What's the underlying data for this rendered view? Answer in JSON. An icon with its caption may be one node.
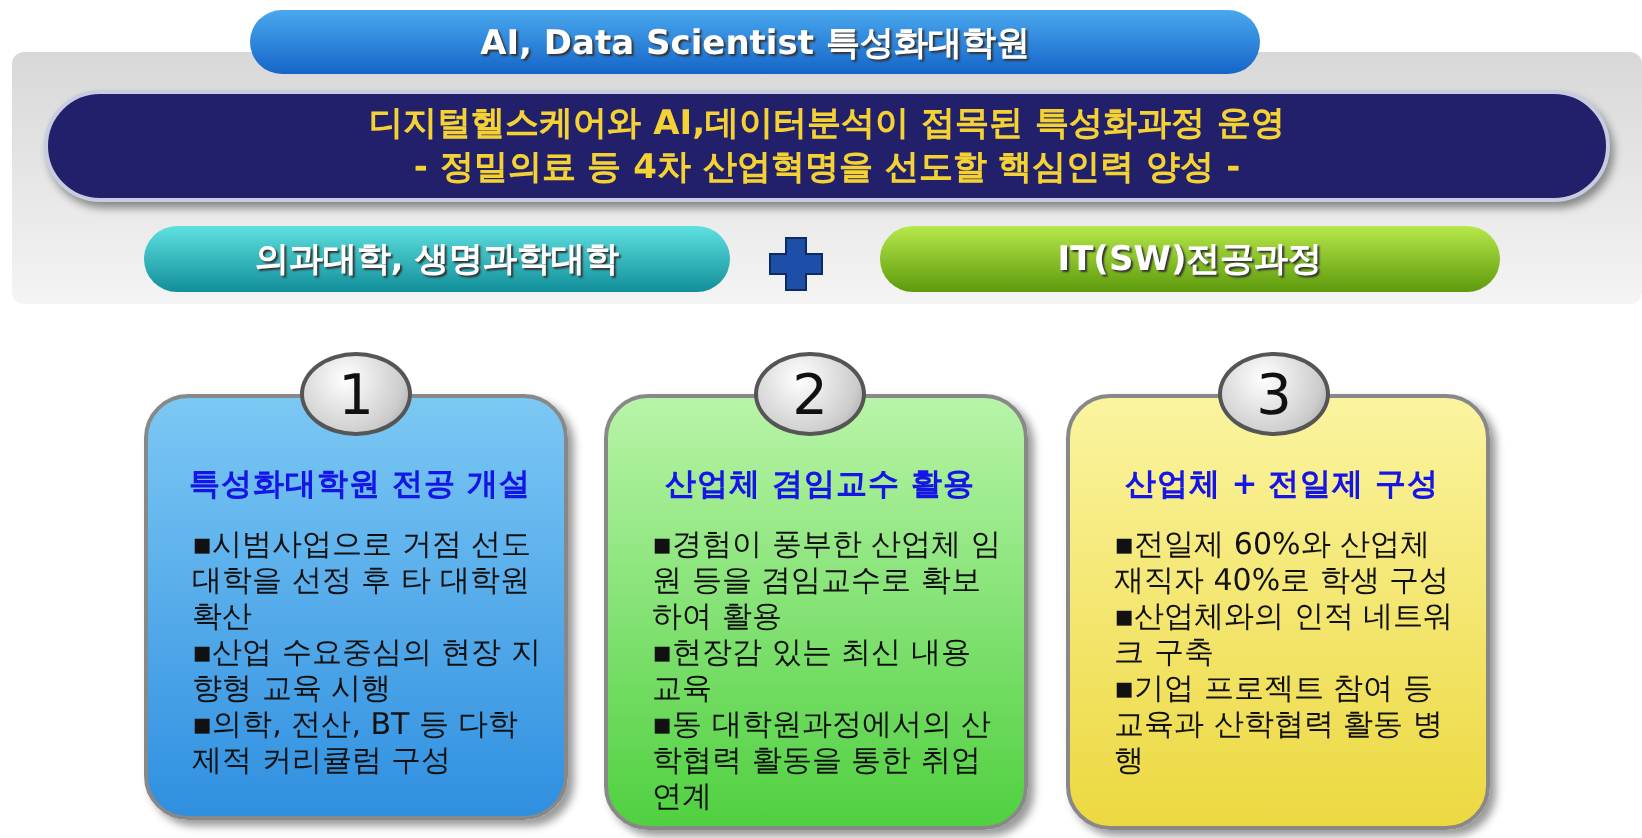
{
  "diagram": {
    "nodes": [
      {
        "text": [
          "AI, Data Scientist 특성화대학원"
        ]
      },
      {
        "text": [
          "디지털헬스케어와 AI,데이터분석이 접목된 특성화과정 운영",
          "- 정밀의료 등 4차 산업혁명을 선도할 핵심인력 양성 -"
        ]
      },
      {
        "text": [
          "의과대학, 생명과학대학"
        ]
      },
      {
        "text": [
          "IT(SW)전공과정"
        ]
      },
      {
        "text": [
          "1"
        ]
      },
      {
        "text": [
          "특성화대학원 전공 개설",
          "▪시범사업으로 거점 선도대학을 선정 후 타 대학원 확산",
          "▪산업 수요중심의 현장 지향형 교육 시행",
          "▪의학, 전산, BT 등 다학제적 커리큘럼 구성"
        ]
      },
      {
        "text": [
          "2"
        ]
      },
      {
        "text": [
          "산업체 겸임교수 활용",
          "▪경험이 풍부한 산업체 임원 등을 겸임교수로 확보하여 활용",
          "▪현장감 있는 최신 내용 교육",
          "▪동 대학원과정에서의 산학협력 활동을 통한 취업연계"
        ]
      },
      {
        "text": [
          "3"
        ]
      },
      {
        "text": [
          "산업체 + 전일제 구성",
          "▪전일제 60%와 산업체 재직자 40%로 학생 구성",
          "▪산업체와의 인적 네트워크 구축",
          "▪기업 프로젝트 참여 등 교육과 산학협력 활동 병행"
        ]
      }
    ]
  }
}
